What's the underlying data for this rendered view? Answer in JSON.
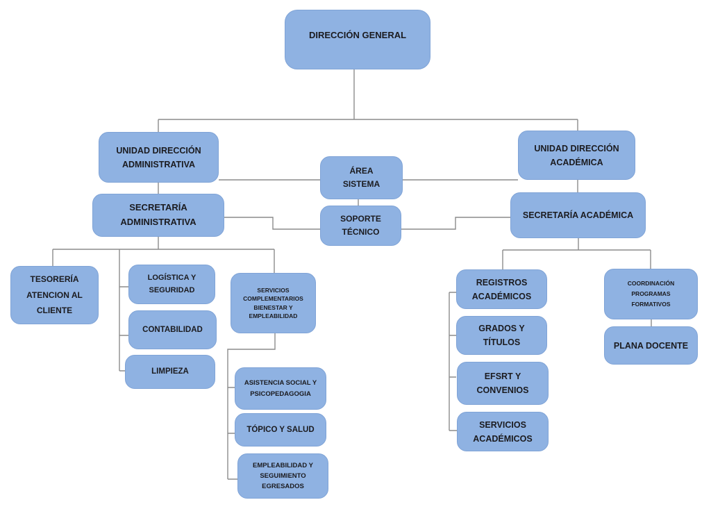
{
  "colors": {
    "node_fill": "#8FB2E2",
    "node_border": "#7FA3D6",
    "connector": "#8C8C8C",
    "text": "#1B1B1F"
  },
  "nodes": {
    "direccion_general": {
      "label": "DIRECCIÓN GENERAL"
    },
    "unidad_direccion_administrativa": {
      "label": "UNIDAD DIRECCIÓN\nADMINISTRATIVA"
    },
    "area_sistema": {
      "label": "ÁREA\nSISTEMA"
    },
    "unidad_direccion_academica": {
      "label": "UNIDAD DIRECCIÓN\nACADÉMICA"
    },
    "secretaria_administrativa": {
      "label": "SECRETARÍA\nADMINISTRATIVA"
    },
    "soporte_tecnico": {
      "label": "SOPORTE\nTÉCNICO"
    },
    "secretaria_academica": {
      "label": "SECRETARÍA ACADÉMICA"
    },
    "tesoreria_atencion_al_cliente": {
      "label": "TESORERÍA\nATENCION AL\nCLIENTE"
    },
    "logistica_y_seguridad": {
      "label": "LOGÍSTICA Y\nSEGURIDAD"
    },
    "contabilidad": {
      "label": "CONTABILIDAD"
    },
    "limpieza": {
      "label": "LIMPIEZA"
    },
    "servicios_complementarios": {
      "label": "SERVICIOS\nCOMPLEMENTARIOS\nBIENESTAR Y\nEMPLEABILIDAD"
    },
    "asistencia_social_psicopedagogia": {
      "label": "ASISTENCIA SOCIAL Y\nPSICOPEDAGOGIA"
    },
    "topico_y_salud": {
      "label": "TÓPICO Y SALUD"
    },
    "empleabilidad_seguimiento_egresados": {
      "label": "EMPLEABILIDAD Y\nSEGUIMIENTO\nEGRESADOS"
    },
    "registros_academicos": {
      "label": "REGISTROS\nACADÉMICOS"
    },
    "grados_y_titulos": {
      "label": "GRADOS Y\nTÍTULOS"
    },
    "efsrt_y_convenios": {
      "label": "EFSRT Y\nCONVENIOS"
    },
    "servicios_academicos": {
      "label": "SERVICIOS\nACADÉMICOS"
    },
    "coordinacion_programas_formativos": {
      "label": "COORDINACIÓN\nPROGRAMAS\nFORMATIVOS"
    },
    "plana_docente": {
      "label": "PLANA DOCENTE"
    }
  }
}
